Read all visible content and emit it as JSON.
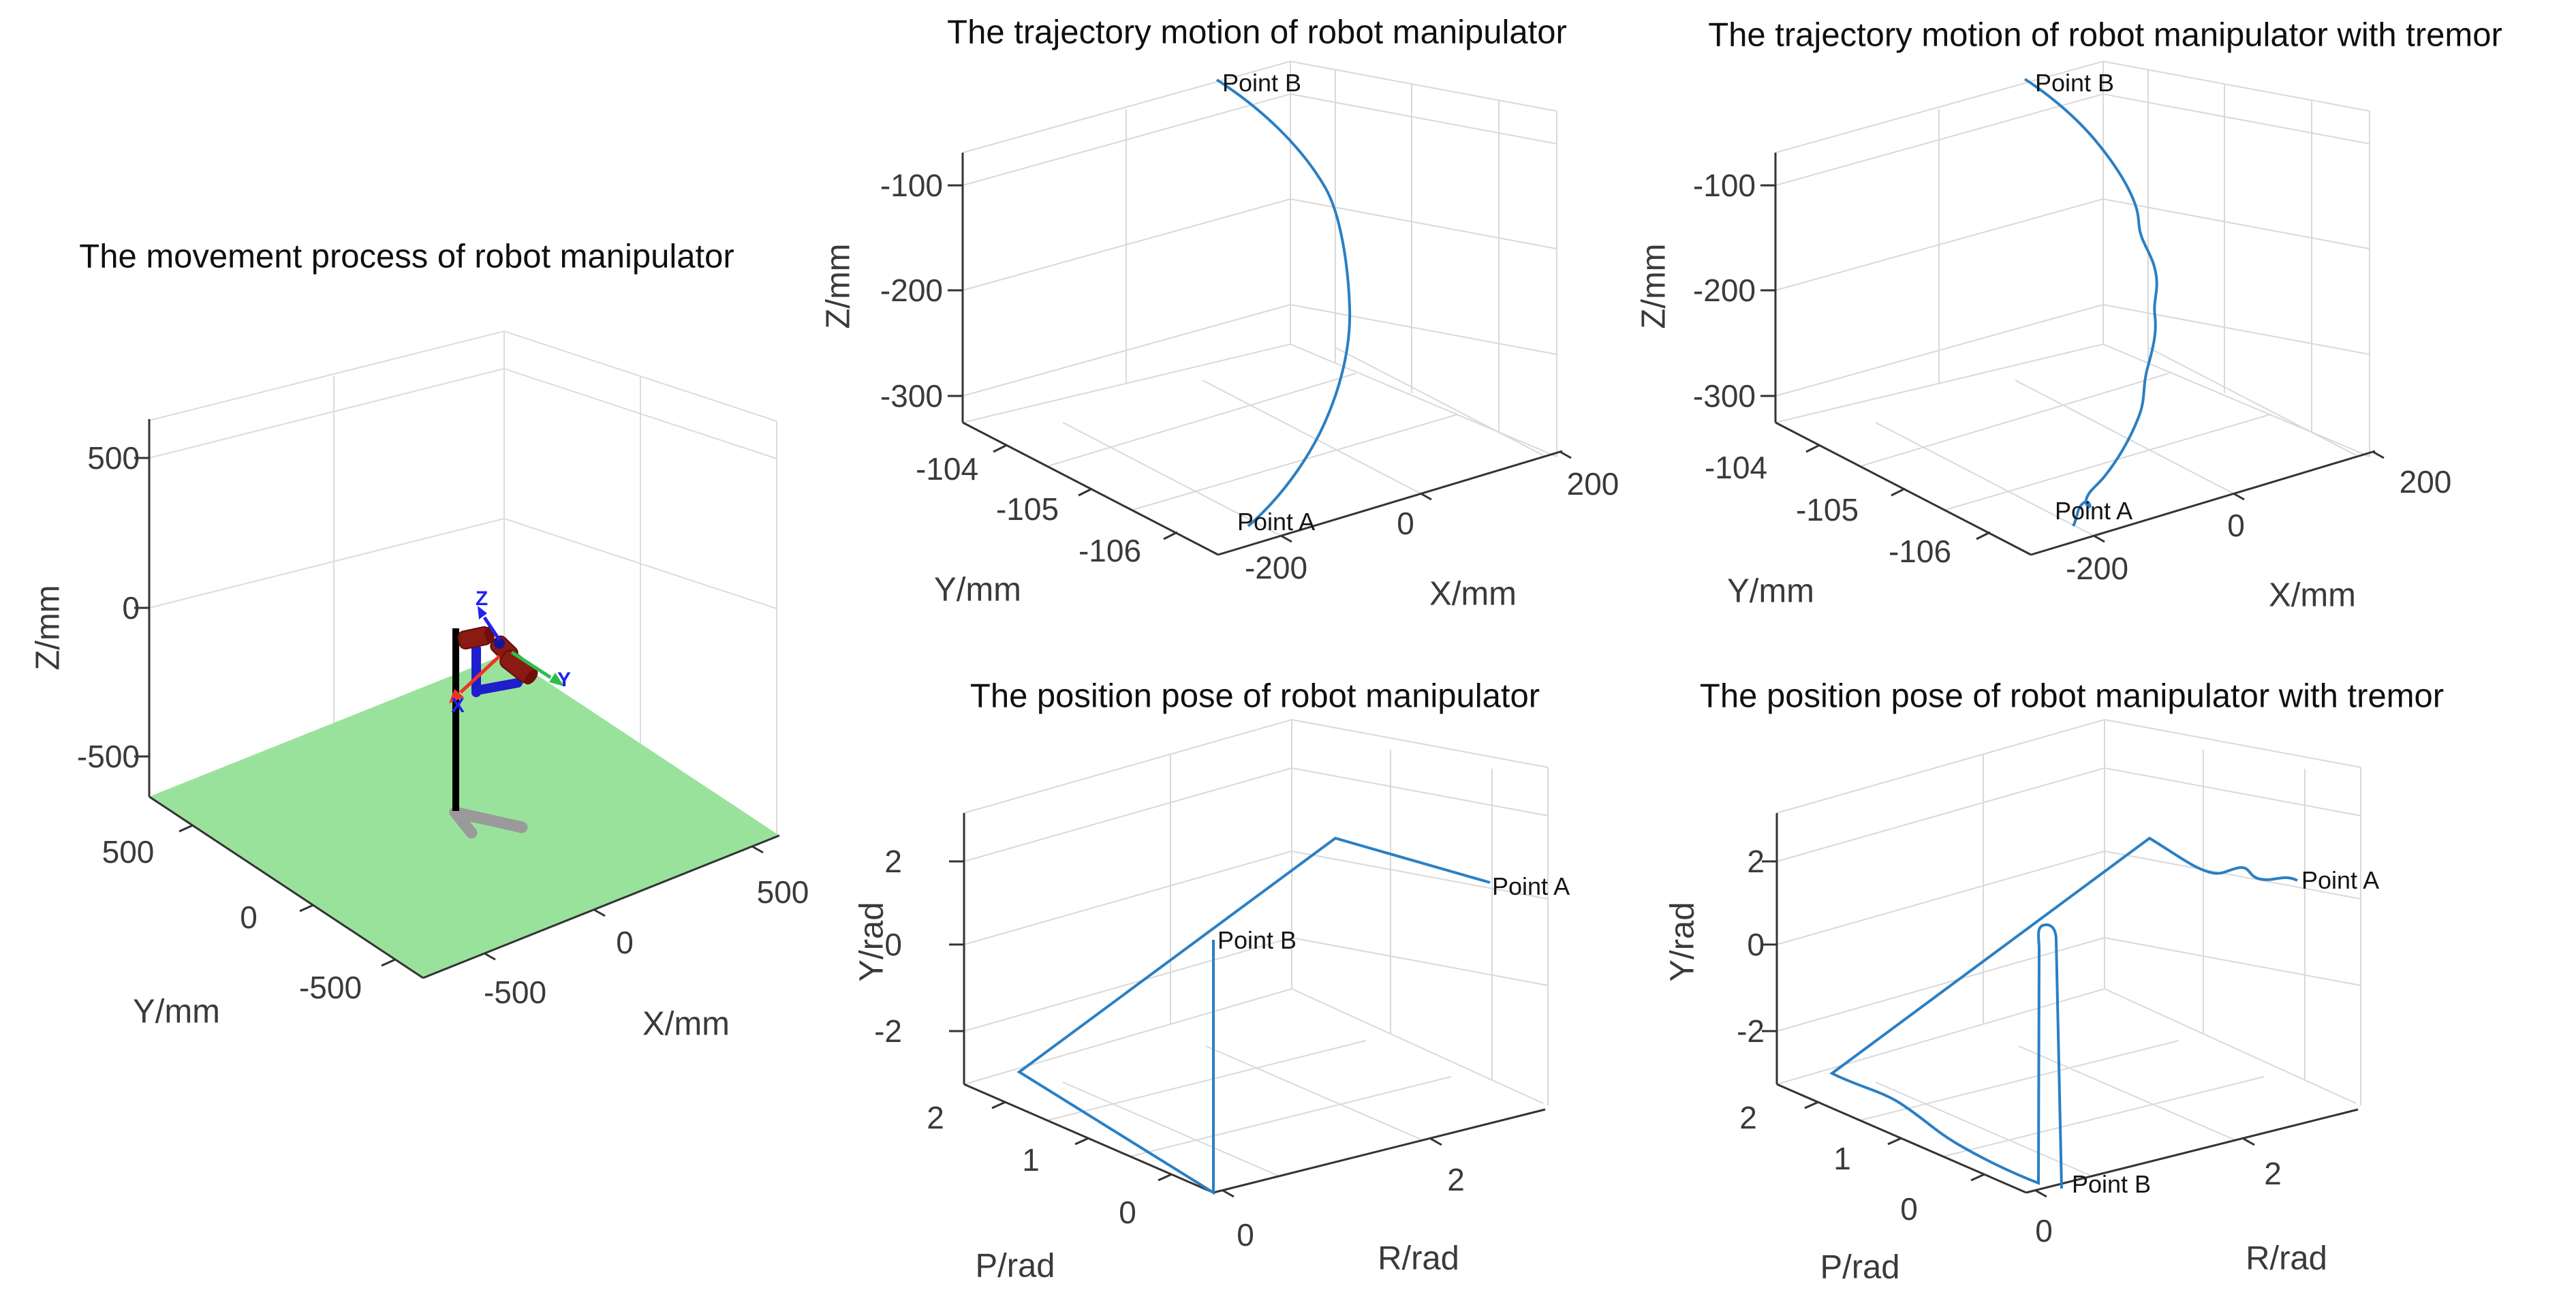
{
  "colors": {
    "background": "#ffffff",
    "curve_blue": "#2b7fc3",
    "axis": "#333333",
    "grid": "#d9d9d9",
    "floor_green": "#99e29b",
    "robot_joint_red": "#8a1a12",
    "robot_link_blue": "#1e1ecc",
    "pole_black": "#000000",
    "shadow_gray": "#9a9a9a",
    "arrow_x_red": "#f03322",
    "arrow_y_green": "#2dbe4e",
    "arrow_z_blue": "#2222ee"
  },
  "plots": {
    "movement": {
      "title": "The movement process of robot manipulator",
      "vert_label": "Z/mm",
      "left_label": "Y/mm",
      "right_label": "X/mm",
      "vert_ticks": [
        "500",
        "0",
        "-500"
      ],
      "left_ticks": [
        "500",
        "0",
        "-500"
      ],
      "right_ticks": [
        "-500",
        "0",
        "500"
      ],
      "frame_labels": {
        "x": "X",
        "y": "Y",
        "z": "Z"
      }
    },
    "traj": {
      "title": "The trajectory motion of robot manipulator",
      "vert_label": "Z/mm",
      "left_label": "Y/mm",
      "right_label": "X/mm",
      "vert_ticks": [
        "-100",
        "-200",
        "-300"
      ],
      "left_ticks": [
        "-104",
        "-105",
        "-106"
      ],
      "right_ticks": [
        "-200",
        "0",
        "200"
      ],
      "point_a": "Point A",
      "point_b": "Point B"
    },
    "traj_tremor": {
      "title": "The trajectory motion of robot manipulator with tremor",
      "vert_label": "Z/mm",
      "left_label": "Y/mm",
      "right_label": "X/mm",
      "vert_ticks": [
        "-100",
        "-200",
        "-300"
      ],
      "left_ticks": [
        "-104",
        "-105",
        "-106"
      ],
      "right_ticks": [
        "-200",
        "0",
        "200"
      ],
      "point_a": "Point A",
      "point_b": "Point B"
    },
    "pose": {
      "title": "The position pose of robot manipulator",
      "vert_label": "Y/rad",
      "left_label": "P/rad",
      "right_label": "R/rad",
      "vert_ticks": [
        "2",
        "0",
        "-2"
      ],
      "left_ticks": [
        "2",
        "1",
        "0"
      ],
      "right_ticks": [
        "0",
        "2"
      ],
      "point_a": "Point A",
      "point_b": "Point B"
    },
    "pose_tremor": {
      "title": "The position pose of robot manipulator with tremor",
      "vert_label": "Y/rad",
      "left_label": "P/rad",
      "right_label": "R/rad",
      "vert_ticks": [
        "2",
        "0",
        "-2"
      ],
      "left_ticks": [
        "2",
        "1",
        "0"
      ],
      "right_ticks": [
        "0",
        "2"
      ],
      "point_a": "Point A",
      "point_b": "Point B"
    }
  },
  "chart_data": [
    {
      "type": "line",
      "subplot": "movement-process-3d-scene",
      "title": "The movement process of robot manipulator",
      "xlabel": "X/mm",
      "ylabel": "Y/mm",
      "zlabel": "Z/mm",
      "x_ticks": [
        -500,
        0,
        500
      ],
      "y_ticks": [
        -500,
        0,
        500
      ],
      "z_ticks": [
        -500,
        0,
        500
      ],
      "elements": [
        "green ground plane near z=-500",
        "black vertical base pole at scene center",
        "gray L-shaped shadow on ground",
        "robot arm with dark-red cylindrical joints and blue links",
        "end-effector frame arrows labeled X (red), Y (green), Z (blue)"
      ]
    },
    {
      "type": "line",
      "subplot": "trajectory",
      "title": "The trajectory motion of robot manipulator",
      "xlabel": "X/mm",
      "ylabel": "Y/mm",
      "zlabel": "Z/mm",
      "x_ticks": [
        -200,
        0,
        200
      ],
      "y_ticks": [
        -106,
        -105,
        -104
      ],
      "z_ticks": [
        -300,
        -200,
        -100
      ],
      "series": [
        {
          "name": "end-effector path",
          "points_xyz": [
            [
              -130,
              -105.2,
              -345
            ],
            [
              -60,
              -105.1,
              -333
            ],
            [
              20,
              -105.0,
              -310
            ],
            [
              95,
              -104.9,
              -275
            ],
            [
              150,
              -104.8,
              -228
            ],
            [
              175,
              -104.7,
              -175
            ],
            [
              180,
              -104.6,
              -122
            ],
            [
              158,
              -104.5,
              -85
            ],
            [
              112,
              -104.4,
              -62
            ],
            [
              48,
              -104.3,
              -48
            ],
            [
              -42,
              -104.2,
              -42
            ],
            [
              -110,
              -104.1,
              -45
            ],
            [
              -135,
              -104.0,
              -48
            ]
          ]
        }
      ],
      "annotations": [
        {
          "text": "Point A",
          "at": "path start (bottom)"
        },
        {
          "text": "Point B",
          "at": "path end (top)"
        }
      ]
    },
    {
      "type": "line",
      "subplot": "trajectory-with-tremor",
      "title": "The trajectory motion of robot manipulator with tremor",
      "xlabel": "X/mm",
      "ylabel": "Y/mm",
      "zlabel": "Z/mm",
      "x_ticks": [
        -200,
        0,
        200
      ],
      "y_ticks": [
        -106,
        -105,
        -104
      ],
      "z_ticks": [
        -300,
        -200,
        -100
      ],
      "series": [
        {
          "name": "end-effector path with tremor oscillations",
          "points_xyz": [
            [
              -130,
              -105.2,
              -345
            ],
            [
              -125,
              -105.2,
              -340
            ],
            [
              -118,
              -105.1,
              -348
            ],
            [
              -60,
              -105.1,
              -330
            ],
            [
              20,
              -105.0,
              -308
            ],
            [
              95,
              -104.9,
              -272
            ],
            [
              152,
              -104.8,
              -226
            ],
            [
              172,
              -104.7,
              -173
            ],
            [
              178,
              -104.6,
              -120
            ],
            [
              156,
              -104.5,
              -84
            ],
            [
              110,
              -104.4,
              -62
            ],
            [
              46,
              -104.3,
              -48
            ],
            [
              -44,
              -104.2,
              -43
            ],
            [
              -112,
              -104.1,
              -46
            ],
            [
              -135,
              -104.0,
              -48
            ]
          ]
        }
      ],
      "annotations": [
        {
          "text": "Point A",
          "at": "path start (bottom, with small knot)"
        },
        {
          "text": "Point B",
          "at": "path end (top)"
        }
      ]
    },
    {
      "type": "line",
      "subplot": "position-pose",
      "title": "The position pose of robot manipulator",
      "xlabel": "R/rad",
      "ylabel": "P/rad",
      "zlabel": "Y/rad",
      "x_ticks": [
        0,
        2
      ],
      "y_ticks": [
        0,
        1,
        2
      ],
      "z_ticks": [
        -2,
        0,
        2
      ],
      "series": [
        {
          "name": "orientation path (R,P,Y)",
          "points_rpy": [
            [
              2.9,
              0.1,
              1.5
            ],
            [
              2.3,
              0.2,
              2.5
            ],
            [
              0.05,
              2.0,
              -3.0
            ],
            [
              0.0,
              0.0,
              -3.0
            ],
            [
              0.0,
              0.0,
              0.4
            ]
          ]
        }
      ],
      "annotations": [
        {
          "text": "Point A",
          "at": "path start (right)"
        },
        {
          "text": "Point B",
          "at": "top of vertical segment near origin"
        }
      ]
    },
    {
      "type": "line",
      "subplot": "position-pose-with-tremor",
      "title": "The position pose of robot manipulator with tremor",
      "xlabel": "R/rad",
      "ylabel": "P/rad",
      "zlabel": "Y/rad",
      "x_ticks": [
        0,
        2
      ],
      "y_ticks": [
        0,
        1,
        2
      ],
      "z_ticks": [
        -2,
        0,
        2
      ],
      "series": [
        {
          "name": "orientation path with tremor (R,P,Y)",
          "points_rpy": [
            [
              2.9,
              0.1,
              1.4
            ],
            [
              2.6,
              0.15,
              1.6
            ],
            [
              2.45,
              0.18,
              1.75
            ],
            [
              2.3,
              0.2,
              2.4
            ],
            [
              0.05,
              2.0,
              -3.0
            ],
            [
              0.1,
              1.2,
              -3.0
            ],
            [
              0.12,
              0.4,
              -3.0
            ],
            [
              0.1,
              0.1,
              -3.0
            ],
            [
              0.1,
              0.08,
              0.5
            ],
            [
              0.2,
              0.05,
              -3.0
            ]
          ]
        }
      ],
      "annotations": [
        {
          "text": "Point A",
          "at": "path start (right, wavy)"
        },
        {
          "text": "Point B",
          "at": "bottom of narrow vertical loop near origin"
        }
      ]
    }
  ]
}
